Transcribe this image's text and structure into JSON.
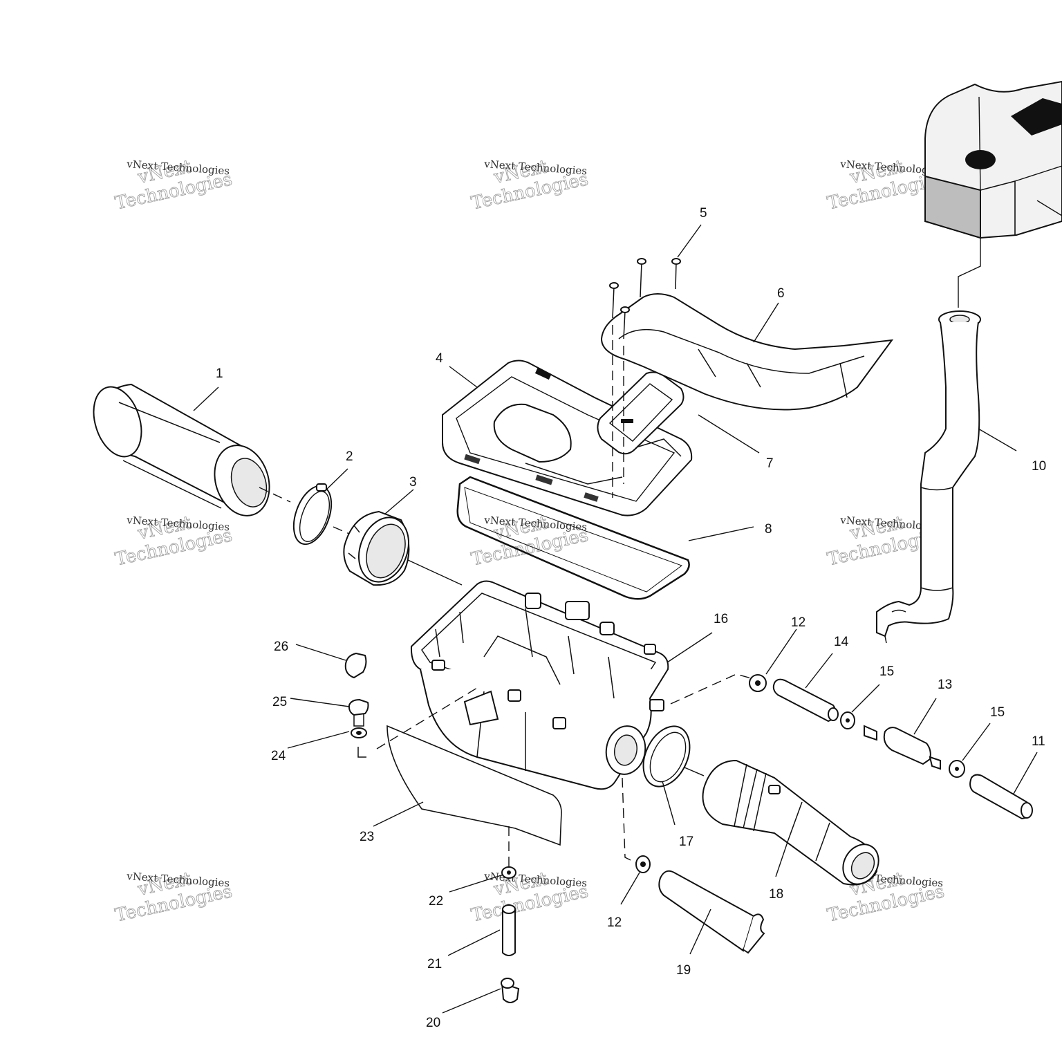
{
  "watermark": {
    "line1": "vNext",
    "line2": "vNext Technologies",
    "line3": "Technologies"
  },
  "callouts": [
    {
      "id": "1",
      "label": "1"
    },
    {
      "id": "2",
      "label": "2"
    },
    {
      "id": "3",
      "label": "3"
    },
    {
      "id": "4",
      "label": "4"
    },
    {
      "id": "5",
      "label": "5"
    },
    {
      "id": "6",
      "label": "6"
    },
    {
      "id": "7",
      "label": "7"
    },
    {
      "id": "8",
      "label": "8"
    },
    {
      "id": "10",
      "label": "10"
    },
    {
      "id": "11",
      "label": "11"
    },
    {
      "id": "12a",
      "label": "12"
    },
    {
      "id": "12b",
      "label": "12"
    },
    {
      "id": "13",
      "label": "13"
    },
    {
      "id": "14",
      "label": "14"
    },
    {
      "id": "15a",
      "label": "15"
    },
    {
      "id": "15b",
      "label": "15"
    },
    {
      "id": "16",
      "label": "16"
    },
    {
      "id": "17",
      "label": "17"
    },
    {
      "id": "18",
      "label": "18"
    },
    {
      "id": "19",
      "label": "19"
    },
    {
      "id": "20",
      "label": "20"
    },
    {
      "id": "21",
      "label": "21"
    },
    {
      "id": "22",
      "label": "22"
    },
    {
      "id": "23",
      "label": "23"
    },
    {
      "id": "24",
      "label": "24"
    },
    {
      "id": "25",
      "label": "25"
    },
    {
      "id": "26",
      "label": "26"
    }
  ]
}
